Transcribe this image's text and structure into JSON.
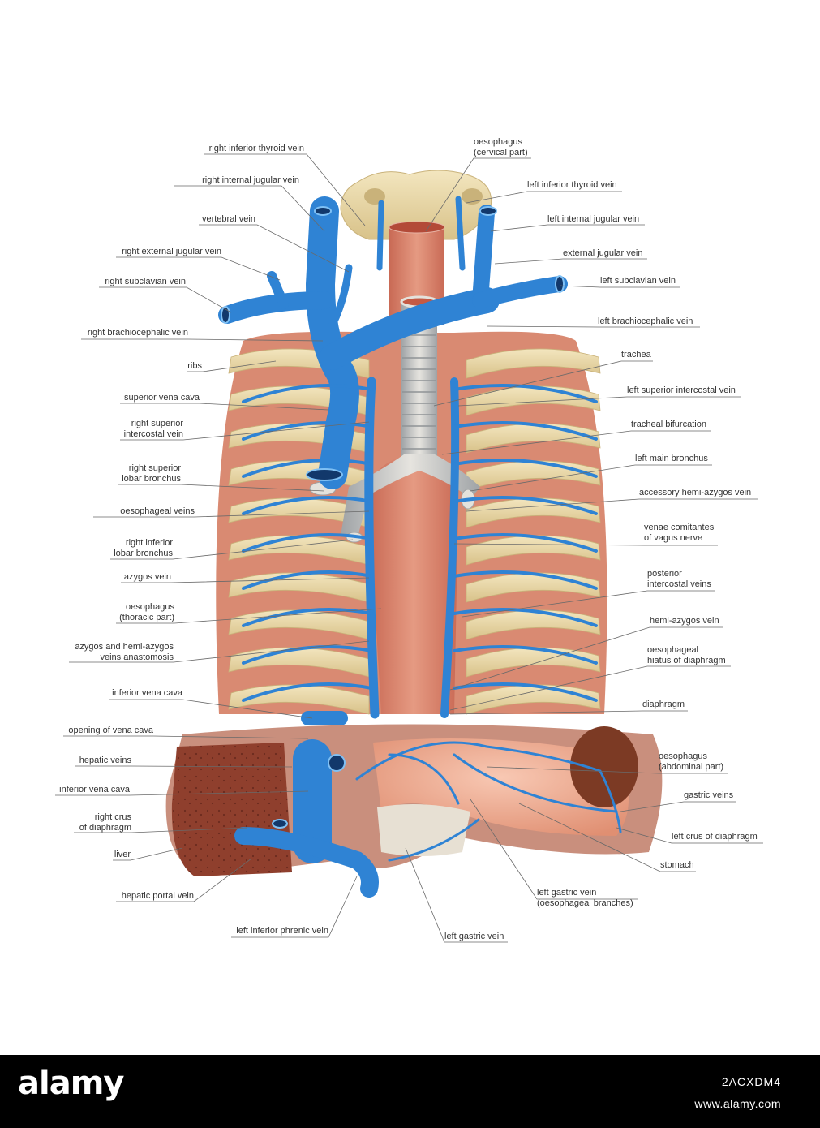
{
  "colors": {
    "vein": "#2f83d4",
    "vein_dark": "#1b5fa8",
    "rib_bone": "#ead9a8",
    "muscle": "#d9826b",
    "muscle_dark": "#b65a46",
    "liver": "#8a3a2a",
    "stomach": "#f0b199",
    "footer": "#000000"
  },
  "labels": {
    "left": {
      "right_inferior_thyroid_vein": "right inferior thyroid vein",
      "right_internal_jugular_vein": "right internal jugular vein",
      "vertebral_vein": "vertebral vein",
      "right_external_jugular_vein": "right external jugular vein",
      "right_subclavian_vein": "right subclavian vein",
      "right_brachiocephalic_vein": "right brachiocephalic vein",
      "ribs": "ribs",
      "superior_vena_cava": "superior vena cava",
      "right_superior_intercostal_vein_1": "right superior",
      "right_superior_intercostal_vein_2": "intercostal vein",
      "right_superior_lobar_bronchus_1": "right superior",
      "right_superior_lobar_bronchus_2": "lobar bronchus",
      "oesophageal_veins": "oesophageal veins",
      "right_inferior_lobar_bronchus_1": "right inferior",
      "right_inferior_lobar_bronchus_2": "lobar bronchus",
      "azygos_vein": "azygos vein",
      "oesophagus_thoracic_1": "oesophagus",
      "oesophagus_thoracic_2": "(thoracic part)",
      "azygos_anastomosis_1": "azygos and hemi-azygos",
      "azygos_anastomosis_2": "veins anastomosis",
      "inferior_vena_cava_upper": "inferior vena cava",
      "opening_of_vena_cava": "opening of vena cava",
      "hepatic_veins": "hepatic veins",
      "inferior_vena_cava_lower": "inferior vena cava",
      "right_crus_1": "right crus",
      "right_crus_2": "of diaphragm",
      "liver": "liver",
      "hepatic_portal_vein": "hepatic portal vein",
      "left_inferior_phrenic_vein": "left inferior phrenic vein"
    },
    "right": {
      "oesophagus_cervical_1": "oesophagus",
      "oesophagus_cervical_2": "(cervical part)",
      "left_inferior_thyroid_vein": "left inferior thyroid vein",
      "left_internal_jugular_vein": "left internal jugular vein",
      "external_jugular_vein": "external jugular vein",
      "left_subclavian_vein": "left subclavian vein",
      "left_brachiocephalic_vein": "left brachiocephalic vein",
      "trachea": "trachea",
      "left_superior_intercostal_vein": "left superior intercostal vein",
      "tracheal_bifurcation": "tracheal bifurcation",
      "left_main_bronchus": "left main bronchus",
      "accessory_hemi_azygos_vein": "accessory hemi-azygos vein",
      "venae_comitantes_1": "venae comitantes",
      "venae_comitantes_2": "of vagus nerve",
      "posterior_intercostal_veins_1": "posterior",
      "posterior_intercostal_veins_2": "intercostal veins",
      "hemi_azygos_vein": "hemi-azygos vein",
      "oesophageal_hiatus_1": "oesophageal",
      "oesophageal_hiatus_2": "hiatus of diaphragm",
      "diaphragm": "diaphragm",
      "oesophagus_abdominal_1": "oesophagus",
      "oesophagus_abdominal_2": "(abdominal part)",
      "gastric_veins": "gastric veins",
      "left_crus_of_diaphragm": "left crus of diaphragm",
      "stomach": "stomach",
      "left_gastric_vein_branches_1": "left gastric vein",
      "left_gastric_vein_branches_2": "(oesophageal branches)",
      "left_gastric_vein": "left gastric vein"
    }
  },
  "footer": {
    "logo": "alamy",
    "image_id": "2ACXDM4",
    "site": "www.alamy.com"
  }
}
